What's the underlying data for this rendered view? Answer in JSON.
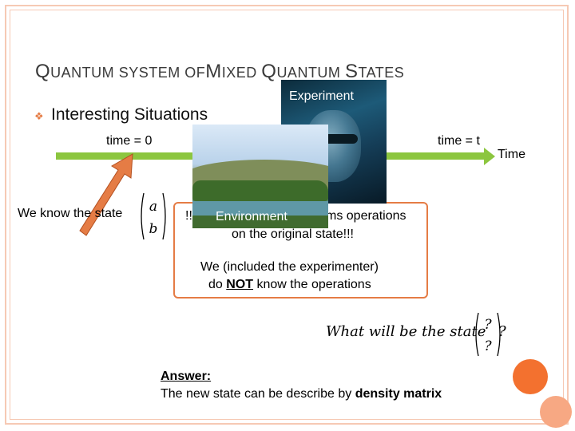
{
  "slide": {
    "title": {
      "q1": "Q",
      "w1": "UANTUM",
      "s1": "S",
      "w2": "YSTEM",
      "w3": "OF",
      "m1": "M",
      "w4": "IXED",
      "q2": "Q",
      "w5": "UANTUM",
      "s2": "S",
      "w6": "TATES"
    },
    "bullet": "Interesting Situations",
    "time_start": "time = 0",
    "time_end": "time = t",
    "time_axis": "Time",
    "know_state": "We know the state",
    "vector_top": "a",
    "vector_bottom": "b",
    "experiment_label": "Experiment",
    "environment_label": "Environment",
    "box_line1_a": "!!",
    "box_line1_b": "ms operations",
    "box_line2": "on the original state!!!",
    "box_line3": "We (included the experimenter)",
    "box_line4_a": "do",
    "box_line4_not": "NOT",
    "box_line4_b": "know the operations",
    "question": "What will be the state",
    "q_top": "?",
    "q_bottom": "?",
    "q_end": "?",
    "answer_label": "Answer:",
    "answer_text_a": "The new state can be describe by",
    "answer_text_b": "density matrix"
  },
  "colors": {
    "accent": "#e57c45",
    "timeline": "#8cc63f",
    "frame": "#f6c9b4",
    "dot": "#f3712f",
    "dot_light": "#f7a883"
  }
}
